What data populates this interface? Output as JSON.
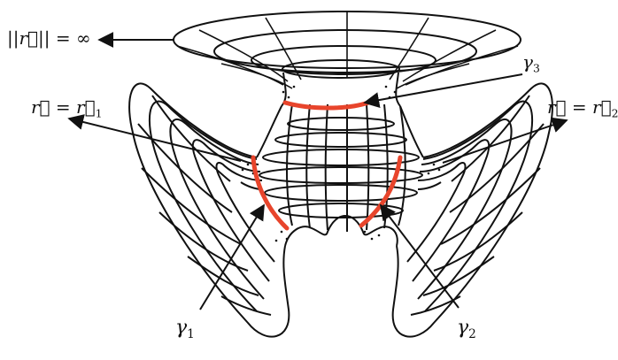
{
  "labels": {
    "infinity": "||r⃗|| = ∞",
    "r1": "r⃗ = r⃗₁",
    "r2": "r⃗ = r⃗₂",
    "gamma1": "γ1",
    "gamma2": "γ2",
    "gamma3": "γ3"
  },
  "label_parts": {
    "infinity": {
      "pre": "||",
      "var": "r⃗",
      "post": "|| = ∞"
    },
    "r1": {
      "lhs": "r⃗",
      "eq": " = ",
      "rhs": "r⃗",
      "sub": "1"
    },
    "r2": {
      "lhs": "r⃗",
      "eq": " = ",
      "rhs": "r⃗",
      "sub": "2"
    },
    "gamma1": {
      "sym": "γ",
      "sub": "1"
    },
    "gamma2": {
      "sym": "γ",
      "sub": "2"
    },
    "gamma3": {
      "sym": "γ",
      "sub": "3"
    }
  },
  "colors": {
    "curve": "#e8452c",
    "ink": "#111111",
    "background": "#ffffff"
  }
}
